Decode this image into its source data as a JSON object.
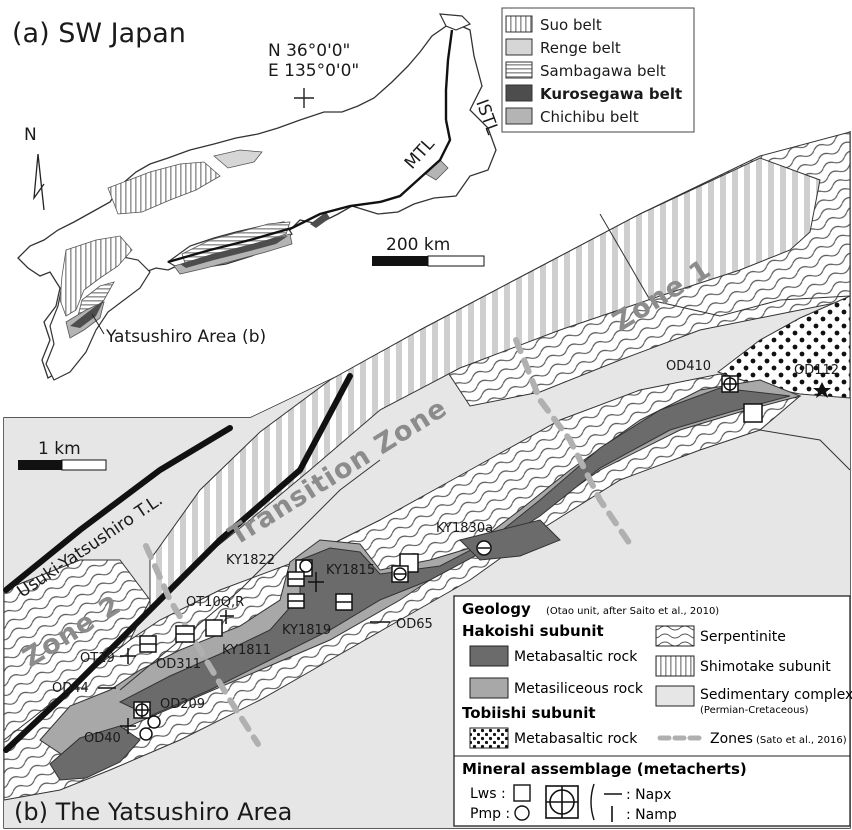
{
  "panel_a": {
    "title": "(a) SW Japan",
    "coord_n": "N 36°0'0\"",
    "coord_e": "E 135°0'0\"",
    "north": "N",
    "istl": "ISTL",
    "mtl": "MTL",
    "scale": "200 km",
    "area_label": "Yatsushiro Area (b)",
    "legend": [
      {
        "label": "Suo belt",
        "bold": false
      },
      {
        "label": "Renge belt",
        "bold": false
      },
      {
        "label": "Sambagawa belt",
        "bold": false
      },
      {
        "label": "Kurosegawa belt",
        "bold": true
      },
      {
        "label": "Chichibu belt",
        "bold": false
      }
    ]
  },
  "panel_b": {
    "title": "(b) The Yatsushiro Area",
    "scale": "1 km",
    "fault": "Usuki-Yatsushiro T.L.",
    "zones": [
      "Zone 1",
      "Transition Zone",
      "Zone 2"
    ],
    "samples": {
      "OD410": "OD410",
      "OD112": "OD112",
      "KY1830a": "KY1830a",
      "KY1822": "KY1822",
      "KY1815": "KY1815",
      "KY1819": "KY1819",
      "OD65": "OD65",
      "OT10QR": "OT10Q,R",
      "OT19": "OT19",
      "OD311": "OD311",
      "KY1811": "KY1811",
      "OD44": "OD44",
      "OD209": "OD209",
      "OD40": "OD40"
    },
    "legend": {
      "geology": "Geology",
      "geology_note": "(Otao unit, after Saito et al., 2010)",
      "hakoishi": "Hakoishi subunit",
      "metabasaltic": "Metabasaltic rock",
      "metasiliceous": "Metasiliceous rock",
      "tobiishi": "Tobiishi subunit",
      "tobi_metabasaltic": "Metabasaltic rock",
      "serpentinite": "Serpentinite",
      "shimotake": "Shimotake subunit",
      "sedimentary": "Sedimentary complex",
      "sedimentary_note": "(Permian-Cretaceous)",
      "zones": "Zones",
      "zones_note": "(Sato et al., 2016)",
      "mineral": "Mineral assemblage (metacherts)",
      "lws": "Lws :",
      "pmp": "Pmp :",
      "napx": ": Napx",
      "namp": ": Namp"
    }
  },
  "colors": {
    "metabasalt": "#6b6b6b",
    "metasiliceous": "#a8a8a8",
    "sedimentary": "#e6e6e6",
    "zone_dash": "#b0b0b0",
    "kurosegawa": "#4d4d4d"
  }
}
